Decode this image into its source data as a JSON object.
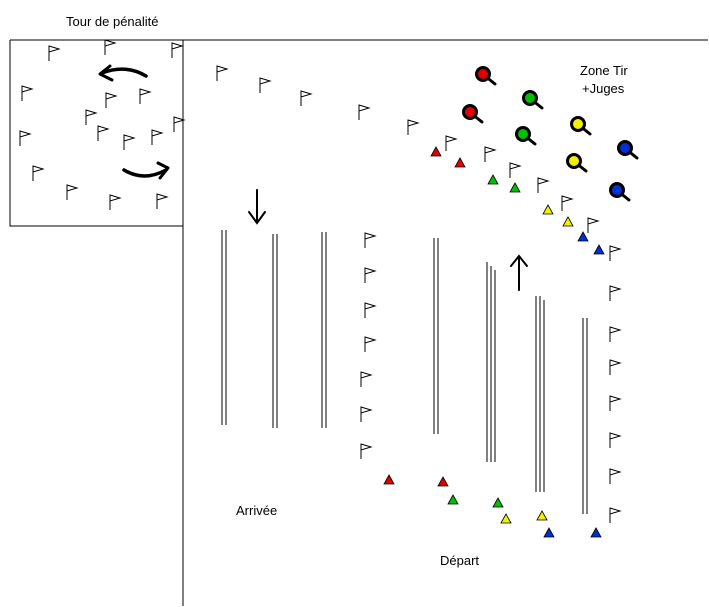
{
  "labels": {
    "penalty_loop": "Tour de pénalité",
    "shooting_zone_line1": "Zone Tir",
    "shooting_zone_line2": "+Juges",
    "finish": "Arrivée",
    "start": "Départ"
  },
  "colors": {
    "red": "#e00000",
    "green": "#00c000",
    "yellow": "#f0f000",
    "blue": "#0030d0",
    "white": "#ffffff",
    "line": "#000000"
  },
  "icons": {
    "flag": "flag-icon",
    "target": "shooting-target-icon",
    "cone": "cone-marker-icon",
    "arrow": "direction-arrow-icon"
  }
}
